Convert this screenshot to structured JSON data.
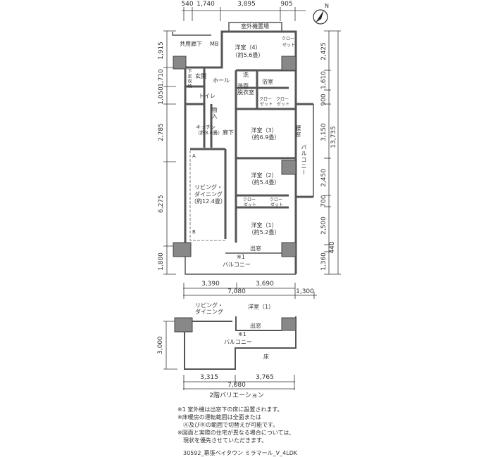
{
  "compass": {
    "label": "N"
  },
  "dimensions": {
    "top": [
      "540",
      "1,740",
      "3,895",
      "905"
    ],
    "left": [
      "1,915",
      "1,710",
      "1,050",
      "2,785",
      "6,275",
      "1,800"
    ],
    "right": [
      "2,425",
      "1,610",
      "900",
      "3,150",
      "2,450",
      "700",
      "2,500",
      "440",
      "1,360"
    ],
    "right_total": "13,735",
    "bottom": [
      "3,390",
      "3,690"
    ],
    "bottom_total": "7,080",
    "bottom_extra": "1,300"
  },
  "rooms": {
    "outdoor_unit": "室外機置場",
    "common_corridor": "共用廊下",
    "mb": "MB",
    "bedroom4": {
      "name": "洋室（4）",
      "size": "（約5.6畳）"
    },
    "closet": [
      "クロー",
      "ゼット"
    ],
    "entrance": "玄関",
    "shoe_storage": "下足収納",
    "hall": "ホール",
    "washer": "洗",
    "washroom": [
      "洗面",
      "脱衣室"
    ],
    "bath": "浴室",
    "toilet": "トイレ",
    "storage": "物入",
    "kitchen": {
      "name": "キッチン",
      "size": "（約3.4畳）"
    },
    "corridor": "廊下",
    "bedroom3": {
      "name": "洋室（3）",
      "size": "（約6.9畳）"
    },
    "bay_window_side": "腰窓",
    "balcony_side": "バルコニー",
    "living": {
      "name1": "リビング・",
      "name2": "ダイニング",
      "size": "（約12.4畳）"
    },
    "marker_a": "A",
    "marker_b": "B",
    "bedroom2": {
      "name": "洋室（2）",
      "size": "（約5.4畳）"
    },
    "bedroom1": {
      "name": "洋室（1）",
      "size": "（約5.2畳）"
    },
    "bay_window": "出窓",
    "note_mark": "※1",
    "balcony": "バルコニー"
  },
  "variation": {
    "living1": "リビング・",
    "living2": "ダイニング",
    "bedroom1": "洋室（1）",
    "bay_window": "出窓",
    "note_mark": "※1",
    "balcony": "バルコニー",
    "floor": "床",
    "height_dim": "3,000",
    "dims": [
      "3,315",
      "3,765"
    ],
    "total": "7,080",
    "caption": "2階バリエーション"
  },
  "notes": [
    "※1 室外機は出窓下の床に設置されます。",
    "※床暖房の運転範囲は全面または",
    "　Ⓐ及びⒷの範囲で切替えが可能です。",
    "※図面と実際の住宅が異なる場合については、",
    "　現状を優先させていただきます。"
  ],
  "footer": "30592_幕張ベイタウン ミラマール_V_4LDK"
}
